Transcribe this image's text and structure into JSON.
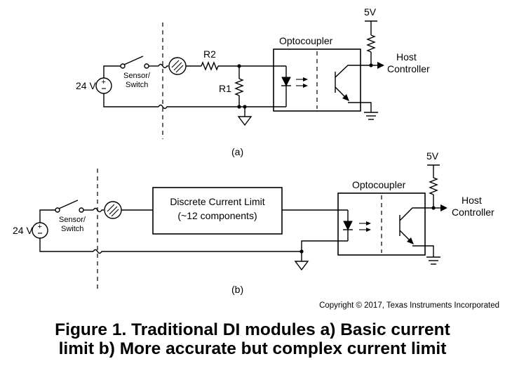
{
  "diagram_a": {
    "supply_label": "24 V",
    "switch_label_line1": "Sensor/",
    "switch_label_line2": "Switch",
    "r2_label": "R2",
    "r1_label": "R1",
    "optocoupler_label": "Optocoupler",
    "vcc_label": "5V",
    "host_line1": "Host",
    "host_line2": "Controller",
    "panel_label": "(a)"
  },
  "diagram_b": {
    "supply_label": "24 V",
    "switch_label_line1": "Sensor/",
    "switch_label_line2": "Switch",
    "limit_line1": "Discrete Current Limit",
    "limit_line2": "(~12 components)",
    "optocoupler_label": "Optocoupler",
    "vcc_label": "5V",
    "host_line1": "Host",
    "host_line2": "Controller",
    "panel_label": "(b)"
  },
  "copyright": "Copyright © 2017, Texas Instruments Incorporated",
  "caption": {
    "line1": "Figure 1. Traditional DI modules a) Basic current",
    "line2": "limit b) More accurate but complex current limit"
  }
}
